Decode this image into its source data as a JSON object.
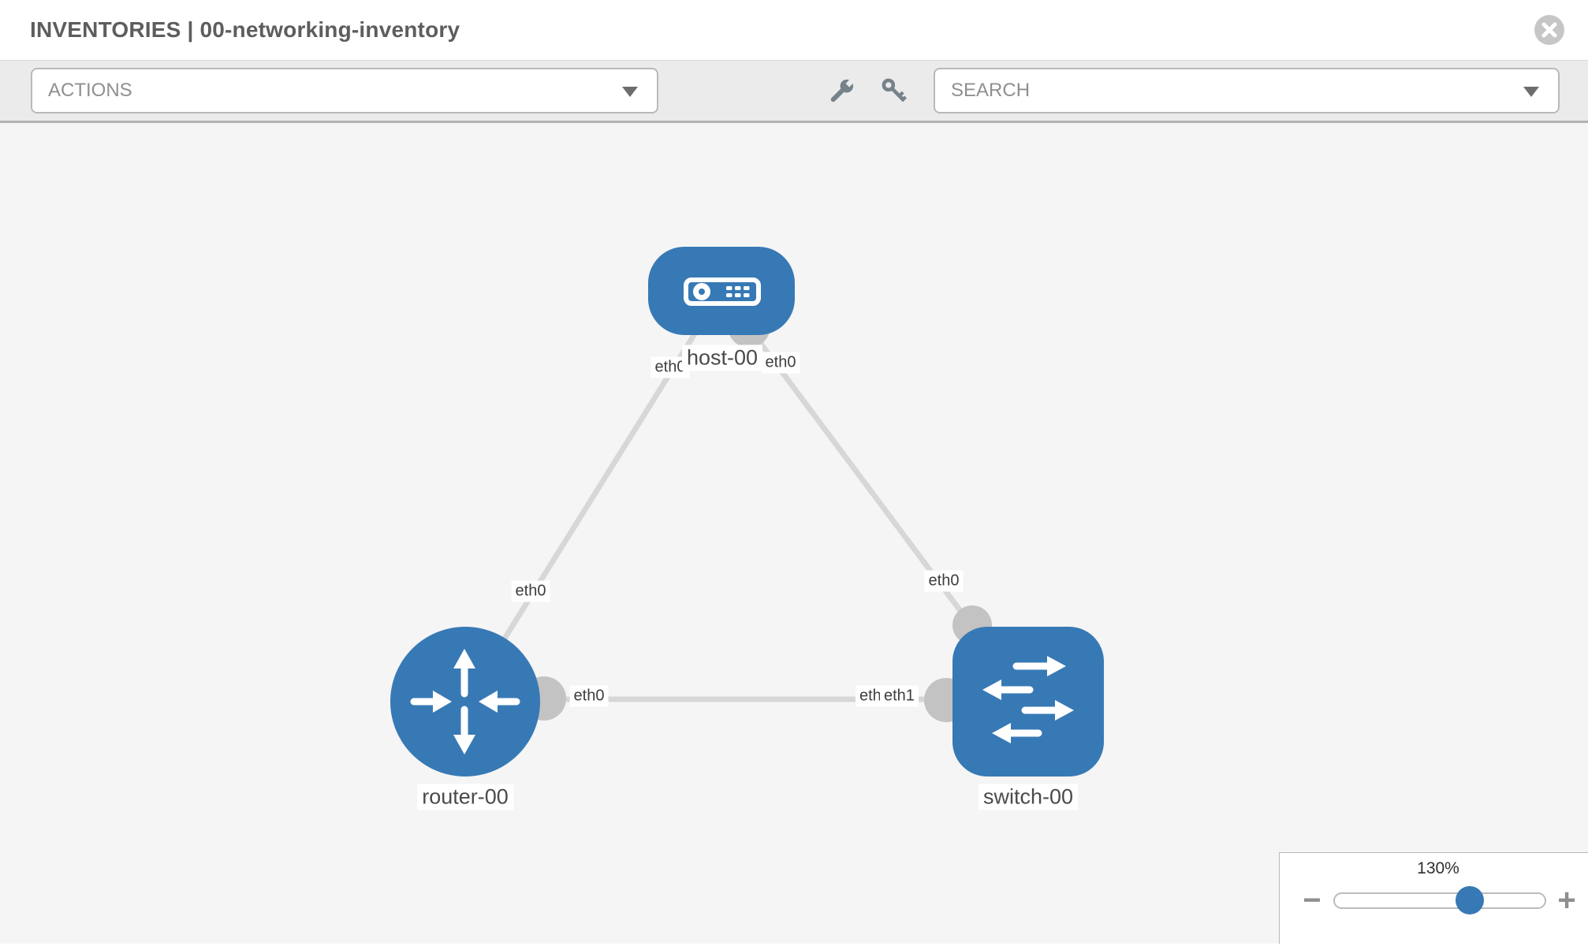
{
  "colors": {
    "accent_blue": "#3779b5",
    "link_gray": "#d7d7d7",
    "interface_dot_gray": "#c3c3c3",
    "toolbar_bg": "#ebebeb",
    "canvas_bg": "#f5f5f5"
  },
  "header": {
    "title": "INVENTORIES | 00-networking-inventory"
  },
  "toolbar": {
    "actions_placeholder": "ACTIONS",
    "search_placeholder": "SEARCH",
    "icons": [
      "wrench-icon",
      "key-icon"
    ]
  },
  "topology": {
    "nodes": [
      {
        "label": "host-00",
        "type": "host"
      },
      {
        "label": "router-00",
        "type": "router"
      },
      {
        "label": "switch-00",
        "type": "switch"
      }
    ],
    "interfaces": {
      "host_left": "eth0",
      "host_right": "eth0",
      "link_host_router_mid": "eth0",
      "link_host_switch_mid": "eth0",
      "router_right": "eth0",
      "switch_left_back": "eth0",
      "switch_left_front": "eth1"
    }
  },
  "zoom_control": {
    "level": "130%",
    "zoom_out": "−",
    "zoom_in": "+"
  }
}
